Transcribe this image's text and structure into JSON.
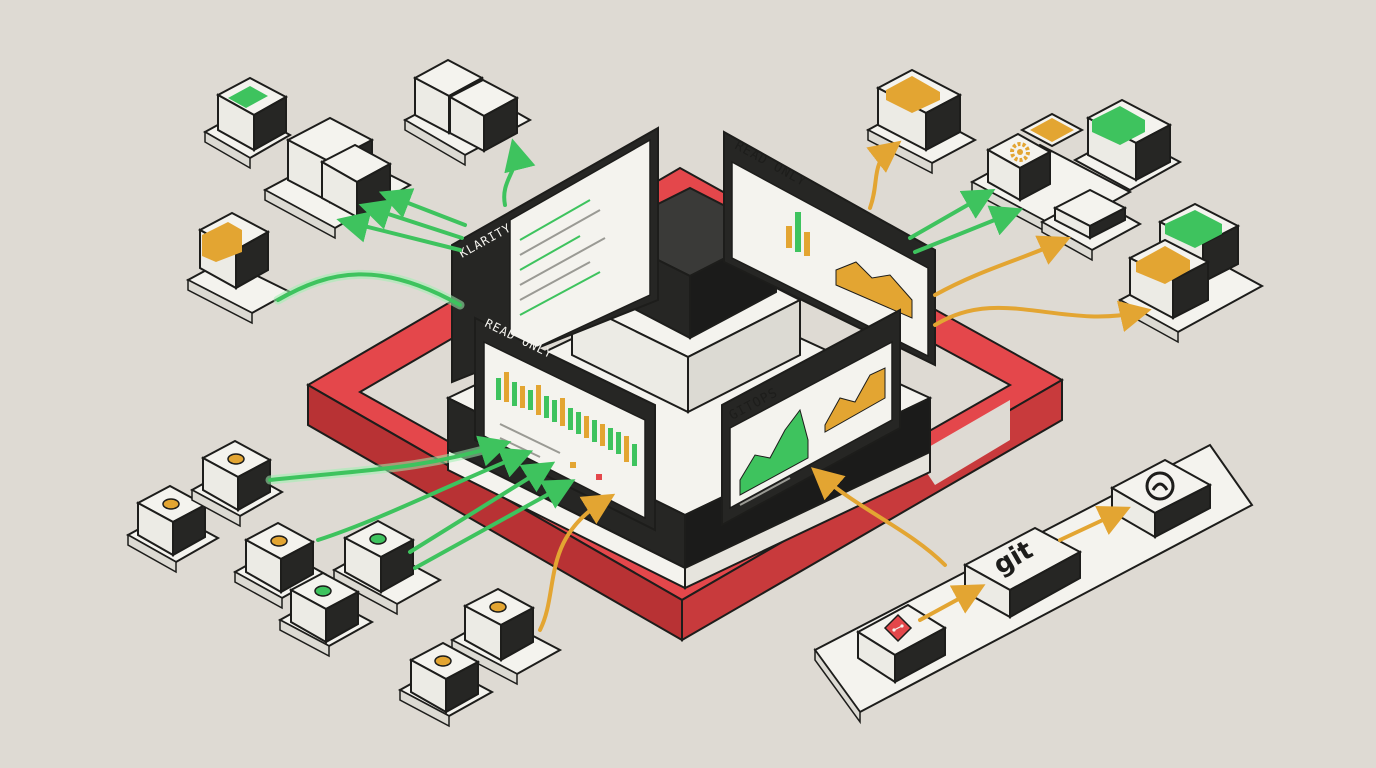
{
  "panels": {
    "left_top": {
      "title": "KLARITY"
    },
    "right_top": {
      "title": "READ ONLY"
    },
    "front_left": {
      "title": "READ ONLY"
    },
    "front_right": {
      "title": "GITOPS"
    }
  },
  "pipeline": {
    "git_label": "git",
    "source_icon": "git-branch-icon",
    "repo_icon": "github-icon"
  },
  "icons": {
    "gear": "gear-icon"
  },
  "colors": {
    "background": "#dedad3",
    "boundary_red": "#e4474b",
    "flow_green": "#3ec35e",
    "flow_orange": "#e3a532",
    "core_dark": "#262624",
    "block_light": "#f4f3ee"
  }
}
